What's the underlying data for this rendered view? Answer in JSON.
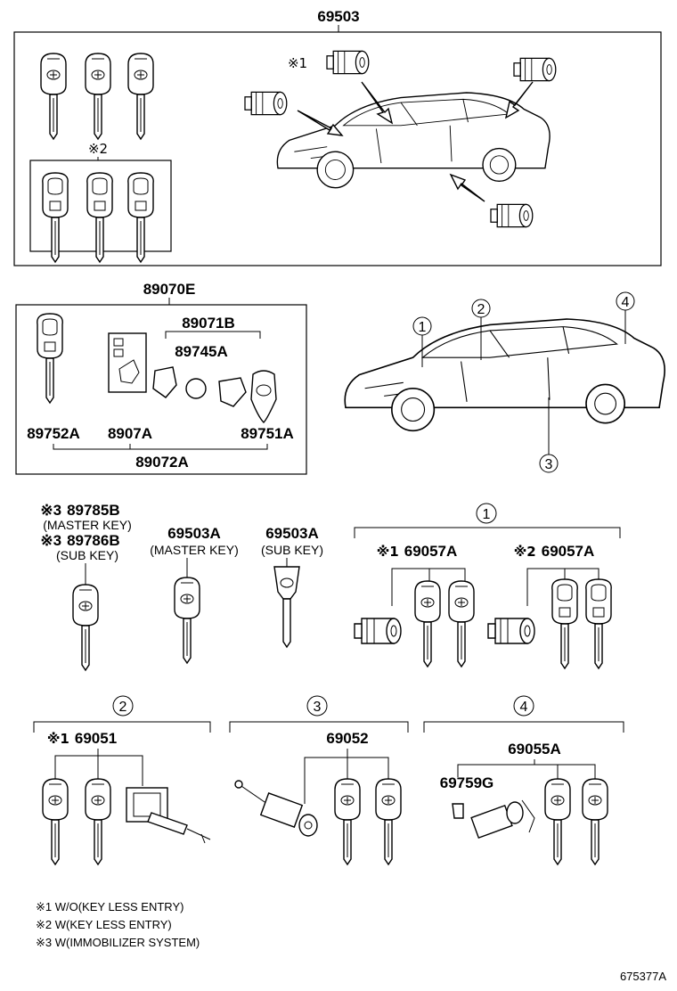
{
  "diagram_id": "675377A",
  "main_part": "69503",
  "kit": {
    "label": "89070E",
    "sub_assembly": "89071B",
    "battery": "89745A",
    "key_blank": "89752A",
    "key_case": "8907A",
    "key_shell": "89751A",
    "bottom_label": "89072A"
  },
  "location_callouts": [
    "1",
    "2",
    "3",
    "4"
  ],
  "keys": {
    "immobilizer_master": {
      "mark": "※3",
      "part": "89785B",
      "desc": "(MASTER KEY)"
    },
    "immobilizer_sub": {
      "mark": "※3",
      "part": "89786B",
      "desc": "(SUB KEY)"
    },
    "master_key": {
      "part": "69503A",
      "desc": "(MASTER KEY)"
    },
    "sub_key": {
      "part": "69503A",
      "desc": "(SUB KEY)"
    }
  },
  "groups": [
    {
      "circle": "1",
      "items": [
        {
          "mark": "※1",
          "part": "69057A"
        },
        {
          "mark": "※2",
          "part": "69057A"
        }
      ]
    },
    {
      "circle": "2",
      "items": [
        {
          "mark": "※1",
          "part": "69051"
        }
      ]
    },
    {
      "circle": "3",
      "items": [
        {
          "mark": "",
          "part": "69052"
        }
      ]
    },
    {
      "circle": "4",
      "items": [
        {
          "mark": "",
          "part": "69055A"
        },
        {
          "mark": "",
          "part": "69759G"
        }
      ]
    }
  ],
  "marks": {
    "top_mark1": "※1",
    "top_mark2": "※2"
  },
  "notes": [
    "※1 W/O(KEY LESS ENTRY)",
    "※2 W(KEY LESS ENTRY)",
    "※3 W(IMMOBILIZER SYSTEM)"
  ]
}
